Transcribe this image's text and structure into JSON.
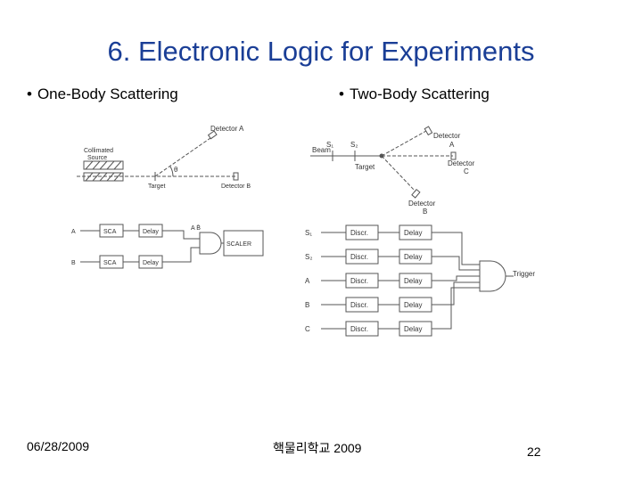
{
  "slide": {
    "title": "6. Electronic Logic for Experiments",
    "bullets": {
      "one_body": "One-Body Scattering",
      "two_body": "Two-Body Scattering"
    }
  },
  "one_body_diagram": {
    "detector_a": "Detector A",
    "source_line1": "Collimated",
    "source_line2": "Source",
    "theta": "θ",
    "target": "Target",
    "detector_b": "Detector B",
    "input_a": "A",
    "input_b": "B",
    "sca": "SCA",
    "delay": "Delay",
    "gate_label": "A B̄",
    "scaler": "SCALER"
  },
  "two_body_diagram": {
    "beam": "Beam",
    "s1": "S₁",
    "s2": "S₂",
    "target": "Target",
    "detector_a_line1": "Detector",
    "detector_a_line2": "A",
    "detector_c_line1": "Detector",
    "detector_c_line2": "C",
    "detector_b_line1": "Detector",
    "detector_b_line2": "B",
    "rows": [
      {
        "input": "S₁",
        "disc": "Discr.",
        "delay": "Delay"
      },
      {
        "input": "S₂",
        "disc": "Discr.",
        "delay": "Delay"
      },
      {
        "input": "A",
        "disc": "Discr.",
        "delay": "Delay"
      },
      {
        "input": "B",
        "disc": "Discr.",
        "delay": "Delay"
      },
      {
        "input": "C",
        "disc": "Discr.",
        "delay": "Delay"
      }
    ],
    "trigger": "Trigger"
  },
  "footer": {
    "date": "06/28/2009",
    "center": "핵물리학교 2009",
    "page": "22"
  },
  "colors": {
    "title": "#1a3e96",
    "diagram_ink": "#555555"
  }
}
